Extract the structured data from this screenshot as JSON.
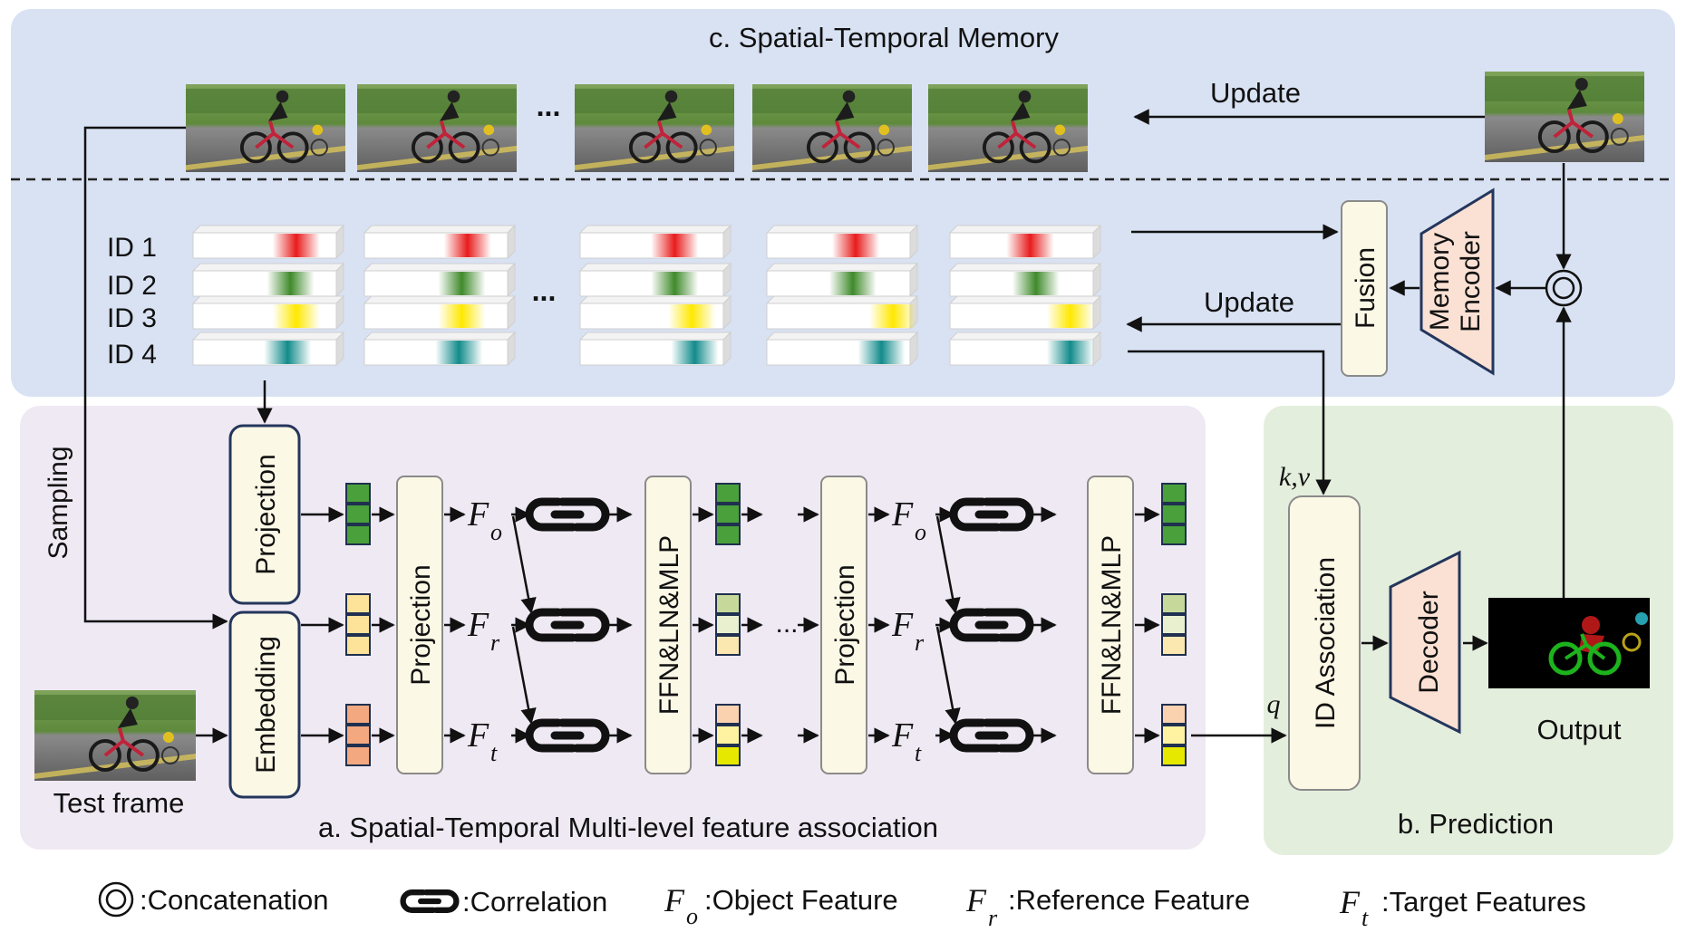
{
  "memory": {
    "title": "c. Spatial-Temporal Memory",
    "update_top": "Update",
    "update_mid": "Update",
    "frame_ellipsis": "...",
    "id_ellipsis": "...",
    "ids": [
      "ID 1",
      "ID 2",
      "ID 3",
      "ID 4"
    ],
    "id_colors": [
      "#e81c1c",
      "#3f8a2b",
      "#ffe800",
      "#138b8b"
    ],
    "fusion": "Fusion",
    "memory_encoder": [
      "Memory",
      "Encoder"
    ]
  },
  "association": {
    "title": "a. Spatial-Temporal Multi-level feature association",
    "sampling": "Sampling",
    "test_frame": "Test frame",
    "projection_small": "Projection",
    "embedding": "Embedding",
    "projection": "Projection",
    "ffn": "FFN&LN&MLP",
    "mid_ellipsis": "...",
    "f_base": "F",
    "subs": [
      "o",
      "r",
      "t"
    ]
  },
  "prediction": {
    "title": "b. Prediction",
    "id_association": "ID Association",
    "decoder": "Decoder",
    "output": "Output",
    "kv": "k,v",
    "q": "q"
  },
  "legend": {
    "concat": ":Concatenation",
    "correlation": ":Correlation",
    "object": ":Object Feature",
    "reference": ":Reference Feature",
    "target": ":Target Features",
    "f_base": "F",
    "sub_o": "o",
    "sub_r": "r",
    "sub_t": "t"
  }
}
